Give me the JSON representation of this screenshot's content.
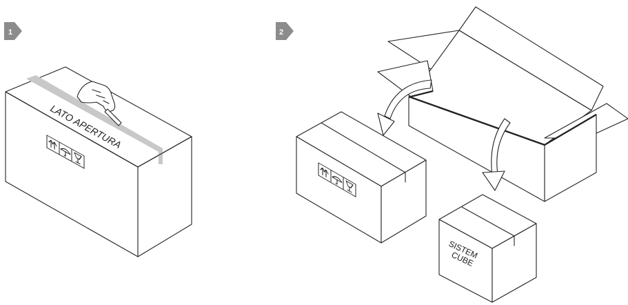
{
  "steps": [
    {
      "number": "1"
    },
    {
      "number": "2"
    }
  ],
  "box1": {
    "side_label": "LATO APERTURA"
  },
  "cube": {
    "label_line1": "SISTEM",
    "label_line2": "CUBE"
  },
  "icons": [
    "arrow-up-icon",
    "umbrella-icon",
    "glass-icon"
  ],
  "colors": {
    "badge": "#8c8c8c",
    "tape": "#c8c8c8",
    "stroke": "#222222"
  }
}
